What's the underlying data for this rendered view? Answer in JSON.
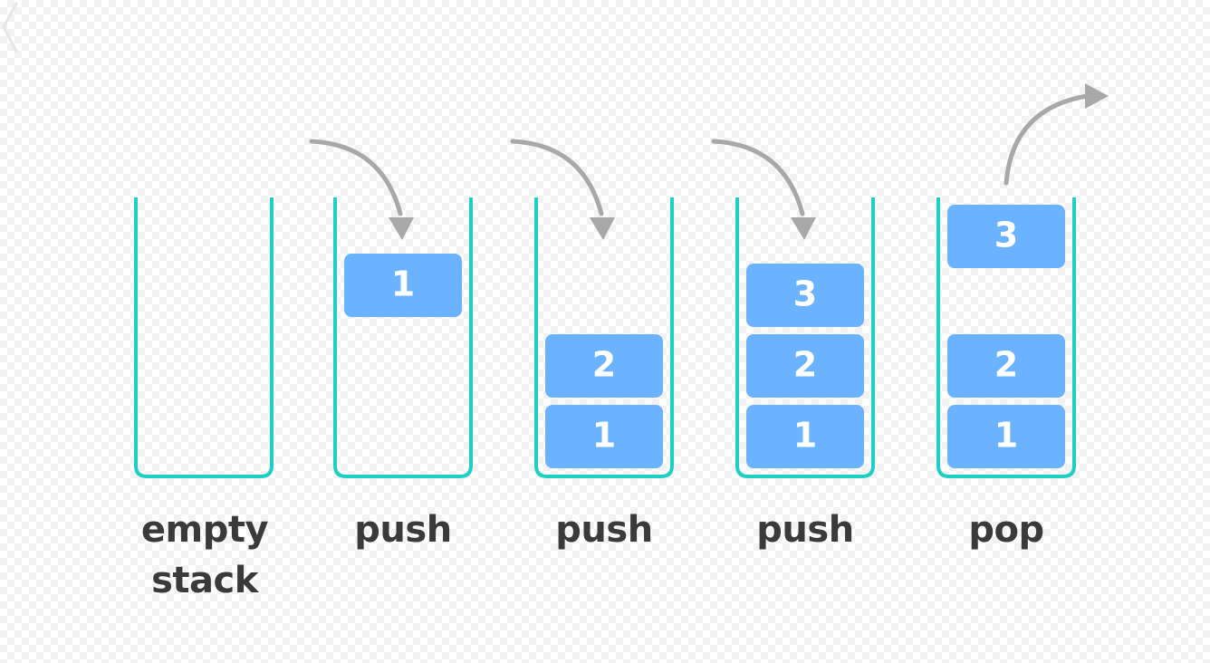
{
  "colors": {
    "container": "#1ecfc4",
    "block": "#6bb3ff",
    "block_text": "#ffffff",
    "arrow": "#a8a8a8",
    "caption": "#3a3a3a"
  },
  "stages": [
    {
      "id": "empty",
      "caption_lines": [
        "empty",
        "stack"
      ],
      "blocks": []
    },
    {
      "id": "push-1",
      "caption_lines": [
        "push"
      ],
      "blocks": [
        "1"
      ]
    },
    {
      "id": "push-2",
      "caption_lines": [
        "push"
      ],
      "blocks": [
        "1",
        "2"
      ]
    },
    {
      "id": "push-3",
      "caption_lines": [
        "push"
      ],
      "blocks": [
        "1",
        "2",
        "3"
      ]
    },
    {
      "id": "pop",
      "caption_lines": [
        "pop"
      ],
      "blocks": [
        "1",
        "2",
        "3"
      ]
    }
  ],
  "icons": {
    "push_arrow": "curved-arrow-down-icon",
    "pop_arrow": "curved-arrow-up-right-icon",
    "edge": "chevron-left-icon"
  }
}
